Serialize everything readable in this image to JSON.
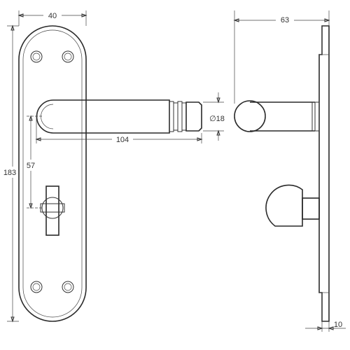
{
  "front_view": {
    "width_label": "40",
    "height_label": "183",
    "lever_length_label": "104",
    "lever_diameter_label": "∅18",
    "center_distance_label": "57"
  },
  "side_view": {
    "projection_label": "63",
    "plate_thickness_label": "10"
  },
  "colors": {
    "line": "#333333",
    "background": "#ffffff"
  }
}
